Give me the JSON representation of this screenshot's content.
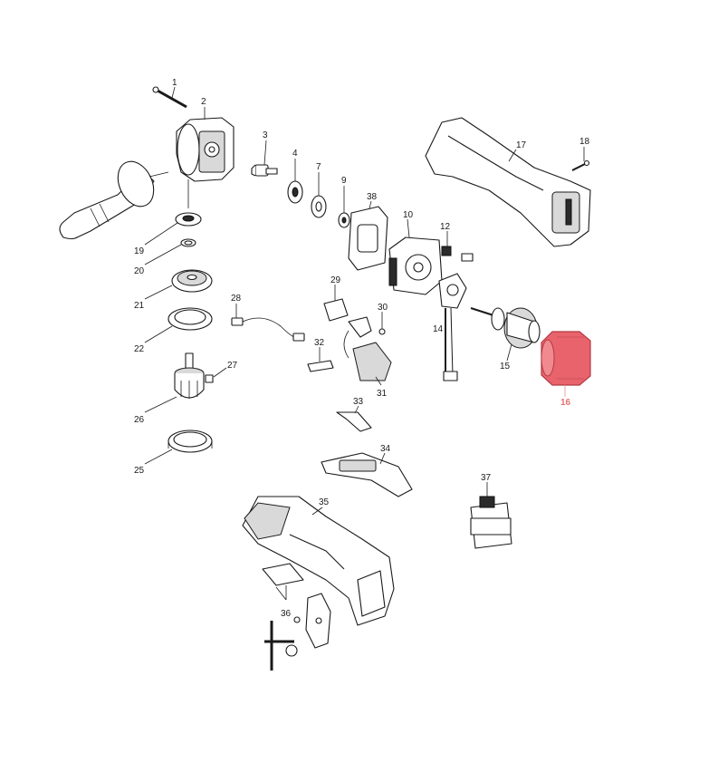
{
  "labels": {
    "p1": "1",
    "p2": "2",
    "p3": "3",
    "p4": "4",
    "p7": "7",
    "p9": "9",
    "p10": "10",
    "p12": "12",
    "p14": "14",
    "p15": "15",
    "p16": "16",
    "p17": "17",
    "p18": "18",
    "p19": "19",
    "p20": "20",
    "p21": "21",
    "p22": "22",
    "p25": "25",
    "p26": "26",
    "p27": "27",
    "p28": "28",
    "p29": "29",
    "p30": "30",
    "p31": "31",
    "p32": "32",
    "p33": "33",
    "p34": "34",
    "p35": "35",
    "p36": "36",
    "p37": "37",
    "p38": "38"
  },
  "highlight": {
    "part": "16",
    "color": "#e8636b",
    "label_color": "#e57373"
  }
}
